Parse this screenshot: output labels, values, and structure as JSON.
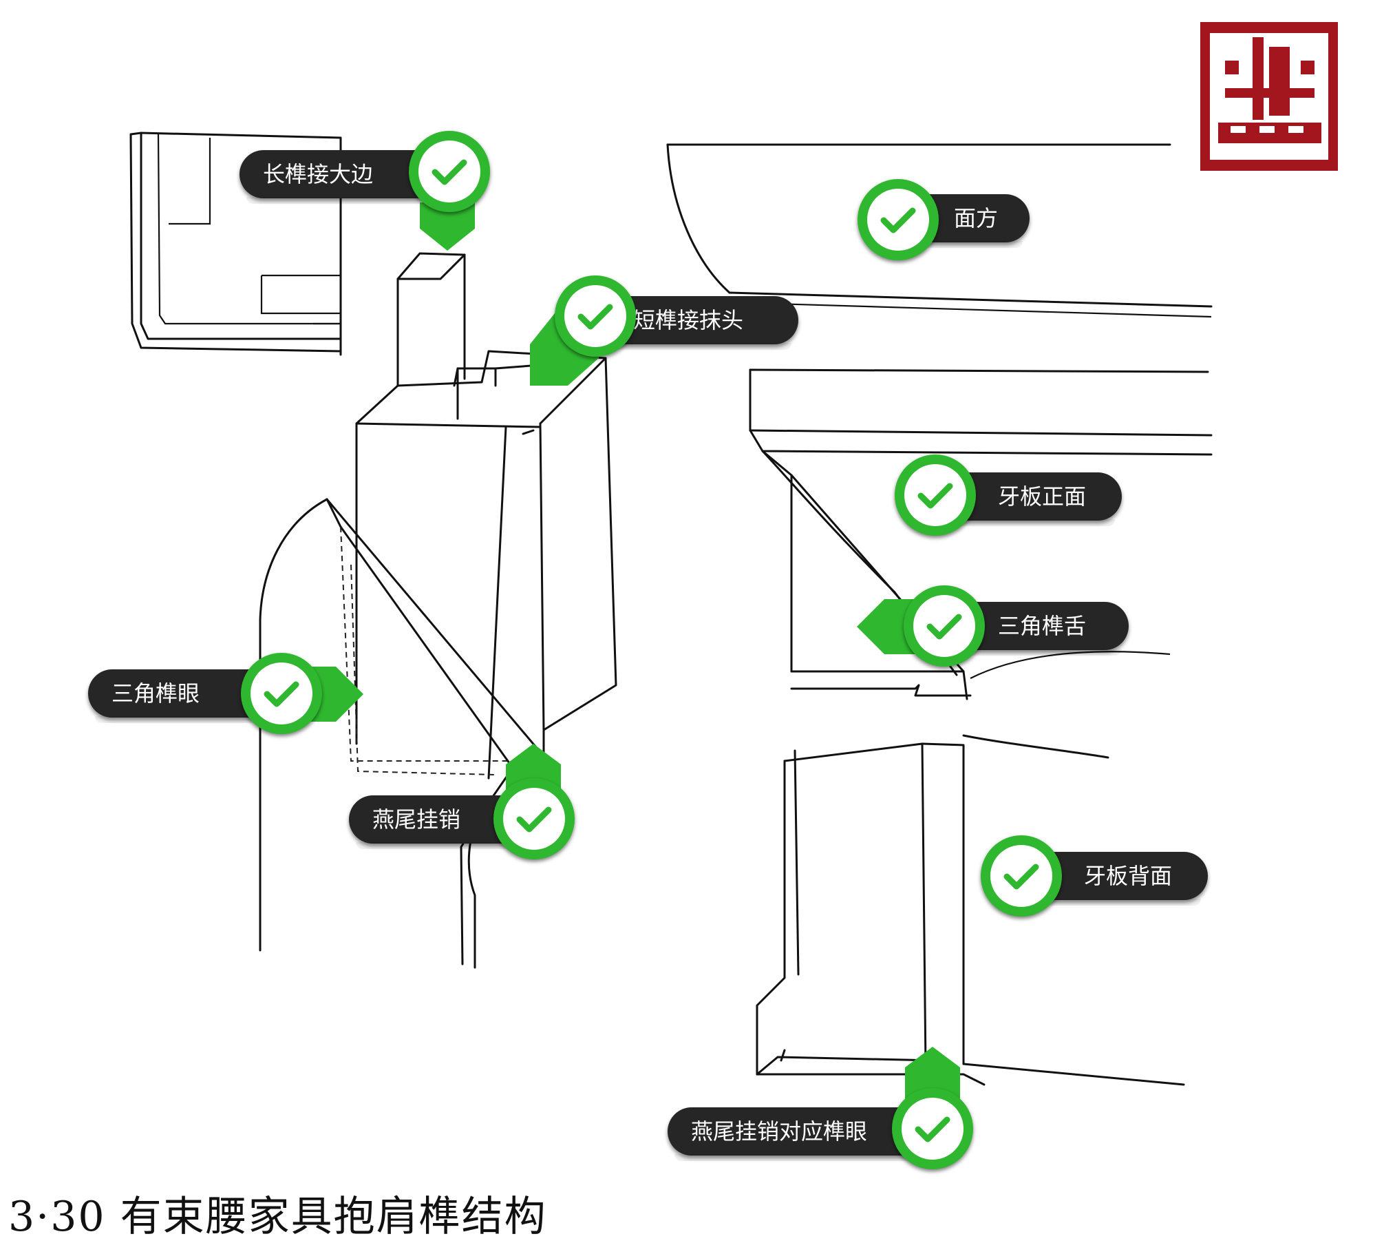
{
  "callouts": [
    {
      "id": "long-tenon",
      "label": "长榫接大边"
    },
    {
      "id": "panel-frame",
      "label": "面方"
    },
    {
      "id": "short-tenon",
      "label": "短榫接抹头"
    },
    {
      "id": "apron-front",
      "label": "牙板正面"
    },
    {
      "id": "triangle-tongue",
      "label": "三角榫舌"
    },
    {
      "id": "triangle-mortise",
      "label": "三角榫眼"
    },
    {
      "id": "dovetail-pin",
      "label": "燕尾挂销"
    },
    {
      "id": "apron-back",
      "label": "牙板背面"
    },
    {
      "id": "dovetail-mortise",
      "label": "燕尾挂销对应榫眼"
    }
  ],
  "caption": "3·30  有束腰家具抱肩榫结构",
  "colors": {
    "badge": "#2fb82f",
    "pill": "#262626",
    "seal": "#a3161e"
  },
  "icons": {
    "badge": "check-icon",
    "seal": "red-seal-stamp"
  }
}
